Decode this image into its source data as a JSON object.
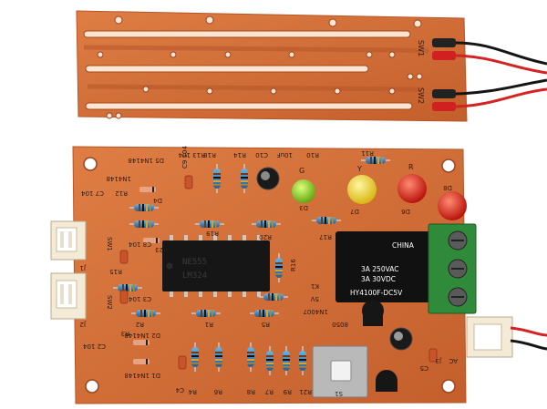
{
  "photo": {
    "subject": "Water level sensor PCB kit with relay",
    "colors": {
      "background": "#ffffff",
      "pcb": "#d4703c",
      "pcb_dark": "#a84a22",
      "relay": "#111111",
      "terminal": "#2f8a3a",
      "led_green": "#8dcf1e",
      "led_yellow": "#f2d81c",
      "led_red": "#e21b12"
    }
  },
  "sensor_board": {
    "labels": {
      "sw1": "SW1",
      "sw2": "SW2"
    }
  },
  "main_board": {
    "ic_marking_1": "NE555",
    "ic_marking_2": "LM324",
    "relay": {
      "model": "HY4100F-DC5V",
      "line1": "3A 250VAC",
      "line2": "3A 30VDC",
      "origin": "CHINA"
    },
    "silkscreen": [
      "D5 1N4148",
      "C9 104",
      "R18",
      "R13 104",
      "R14",
      "C10",
      "10uF",
      "R10",
      "R11",
      "G",
      "Y",
      "R",
      "D8",
      "C7 104",
      "R12",
      "D4",
      "1N4148",
      "C8 104",
      "R23",
      "R19",
      "D3",
      "D7",
      "D6",
      "R17",
      "R20",
      "R16",
      "SW1",
      "J1",
      "C3 104",
      "SW2",
      "R15",
      "J2",
      "R1",
      "R5",
      "K1",
      "5V",
      "1N4007",
      "8050",
      "R3",
      "C2 104",
      "D2 1N4148",
      "D1 1N4148",
      "R2",
      "R4",
      "C4",
      "R6",
      "R8",
      "R7",
      "R9",
      "R21",
      "S1",
      "C5",
      "J3",
      "AC"
    ]
  }
}
